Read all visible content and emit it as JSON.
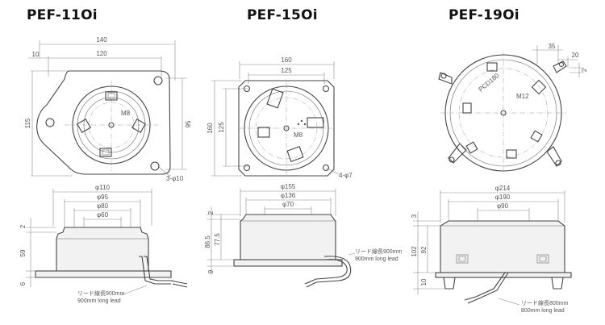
{
  "models": [
    {
      "id": "pef-11oi",
      "name": "PEF-11Oi",
      "top": {
        "w_total": "140",
        "w_inner": "120",
        "offset": "10",
        "h_total": "115",
        "h_inner": "95",
        "holes": "3-φ10",
        "thread": "M8"
      },
      "side": {
        "d1": "φ110",
        "d2": "φ95",
        "d3": "φ80",
        "d4": "φ60",
        "h1": "2",
        "h2": "59",
        "h3": "6",
        "lead_jp": "リード線長900mm",
        "lead_en": "900mm long lead"
      }
    },
    {
      "id": "pef-15oi",
      "name": "PEF-15Oi",
      "top": {
        "w_total": "160",
        "w_inner": "125",
        "h_total": "160",
        "h_inner": "125",
        "holes": "4-φ7",
        "thread": "M8"
      },
      "side": {
        "d1": "φ155",
        "d2": "φ136",
        "d3": "φ70",
        "h1": "2",
        "h2": "77.5",
        "h3": "86.5",
        "h4": "9",
        "lead_jp": "リード線長900mm",
        "lead_en": "900mm long lead"
      }
    },
    {
      "id": "pef-19oi",
      "name": "PEF-19Oi",
      "top": {
        "dim_a": "35",
        "dim_b": "20",
        "dim_c": "2",
        "pcd": "PCD180",
        "thread": "M12"
      },
      "side": {
        "d1": "φ214",
        "d2": "φ190",
        "d3": "φ90",
        "h1": "3",
        "h2": "102",
        "h3": "92",
        "h4": "10",
        "lead_jp": "リード線長800mm",
        "lead_en": "800mm long lead"
      }
    }
  ]
}
